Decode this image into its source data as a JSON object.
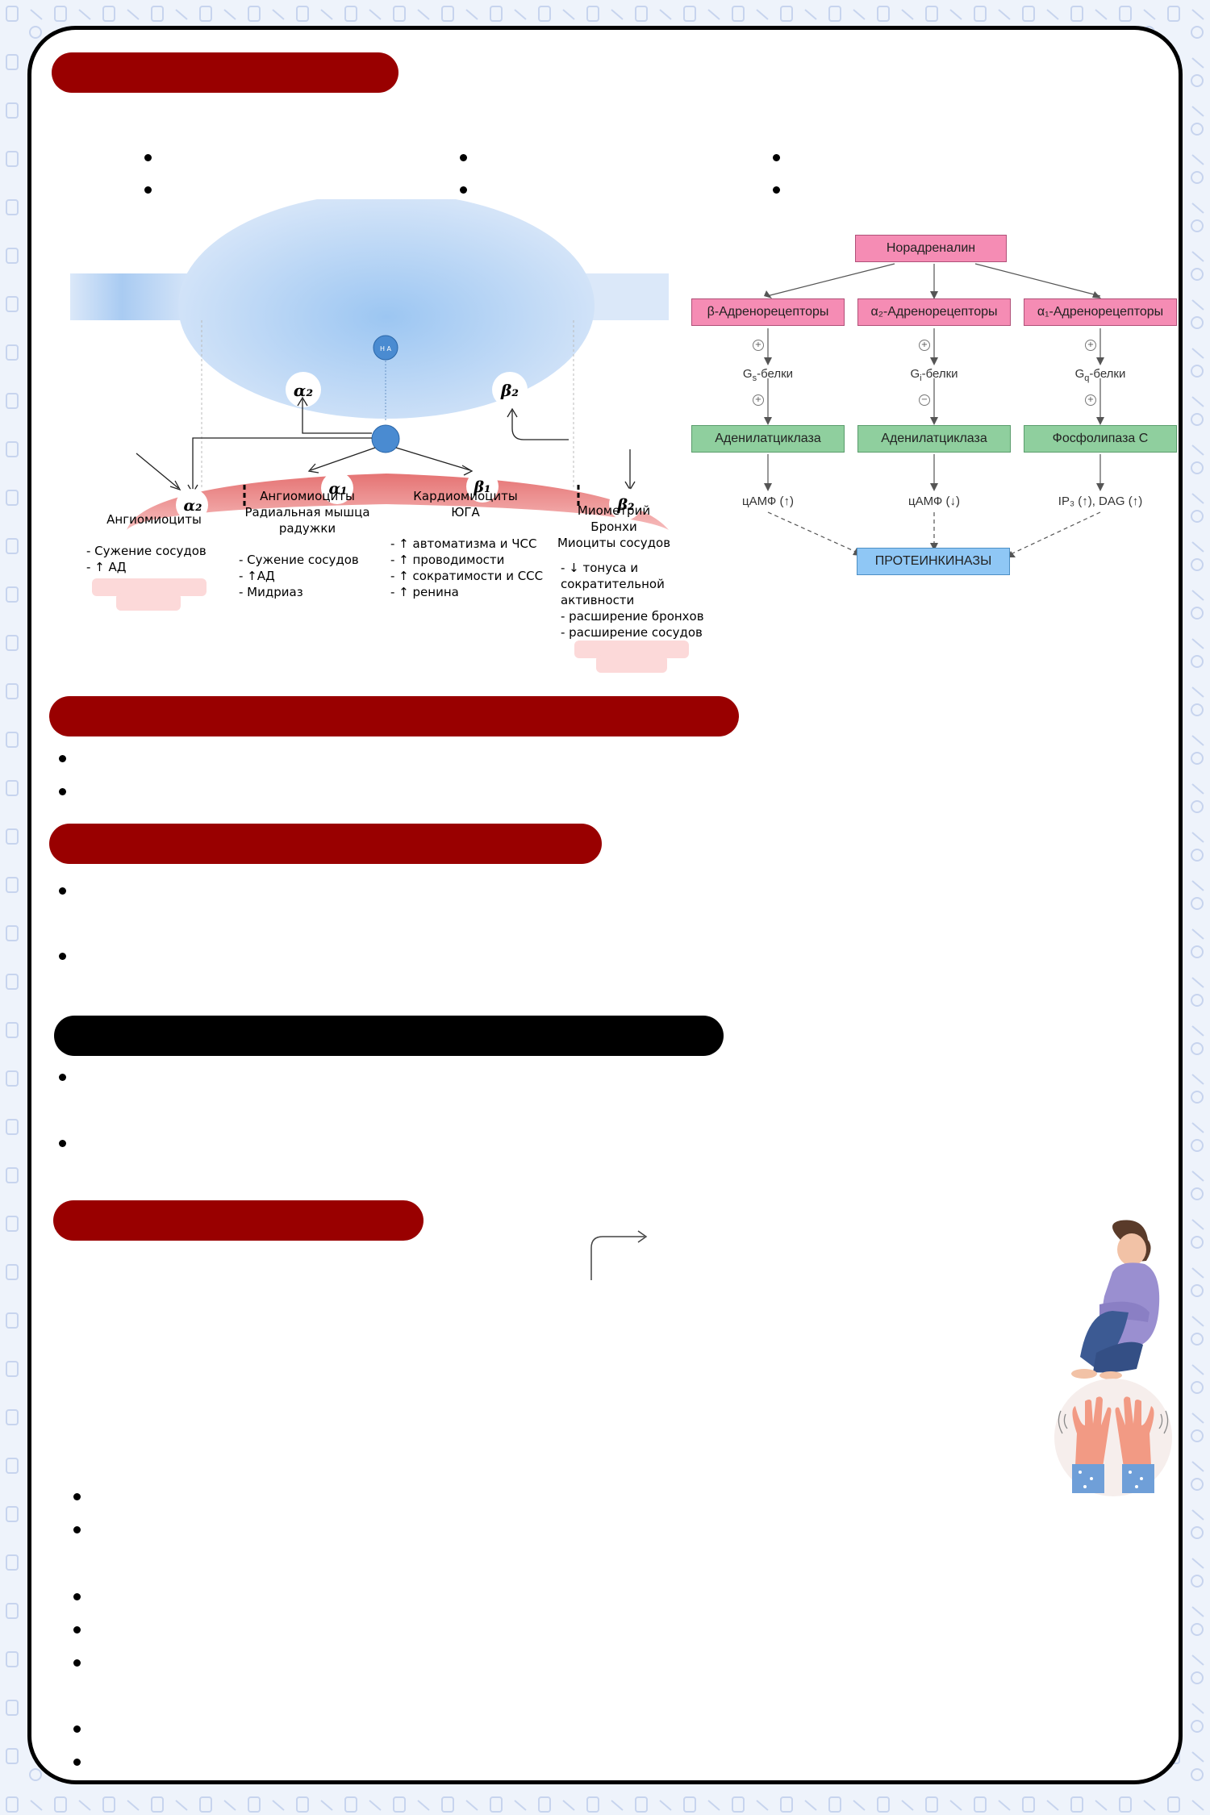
{
  "flowchart": {
    "top": "Норадреналин",
    "columns": [
      {
        "receptor": "β-Адренорецепторы",
        "sign1": "+",
        "protein_main": "G",
        "protein_sub": "s",
        "protein_tail": "-белки",
        "sign2": "+",
        "enzyme": "Аденилатциклаза",
        "enzyme_color": "green",
        "messenger": "цАМФ (↑)"
      },
      {
        "receptor": "α₂-Адренорецепторы",
        "sign1": "+",
        "protein_main": "G",
        "protein_sub": "i",
        "protein_tail": "-белки",
        "sign2": "−",
        "enzyme": "Аденилатциклаза",
        "enzyme_color": "green",
        "messenger": "цАМФ (↓)"
      },
      {
        "receptor": "α₁-Адренорецепторы",
        "sign1": "+",
        "protein_main": "G",
        "protein_sub": "q",
        "protein_tail": "-белки",
        "sign2": "+",
        "enzyme": "Фосфолипаза C",
        "enzyme_color": "green",
        "messenger": "IP₃ (↑), DAG (↑)"
      }
    ],
    "bottom": "ПРОТЕИНКИНАЗЫ"
  },
  "synapse": {
    "vesicle_label": "Н А",
    "receptor_presyn_left": "α₂",
    "receptor_presyn_right": "β₂",
    "receptors_post": [
      "α₂",
      "α₁",
      "β₁",
      "β₂"
    ],
    "cells": [
      {
        "head": "Ангиомиоциты",
        "effects": "- Сужение сосудов\n- ↑ АД"
      },
      {
        "head": "Ангиомиоциты\nРадиальная мышца\nрадужки",
        "effects": "- Сужение сосудов\n- ↑АД\n- Мидриаз"
      },
      {
        "head": "Кардиомиоциты\nЮГА",
        "effects": "- ↑ автоматизма и ЧСС\n- ↑ проводимости\n- ↑ сократимости и ССС\n- ↑ ренина"
      },
      {
        "head": "Миометрий\nБронхи\nМиоциты сосудов",
        "effects": "- ↓ тонуса и\nсократительной\nактивности\n- расширение бронхов\n- расширение сосудов"
      }
    ]
  },
  "colors": {
    "banner": "#990000",
    "banner_alt": "#000000",
    "pink": "#f58cb4",
    "green": "#8fcf9e",
    "blue": "#8fc7f5"
  }
}
